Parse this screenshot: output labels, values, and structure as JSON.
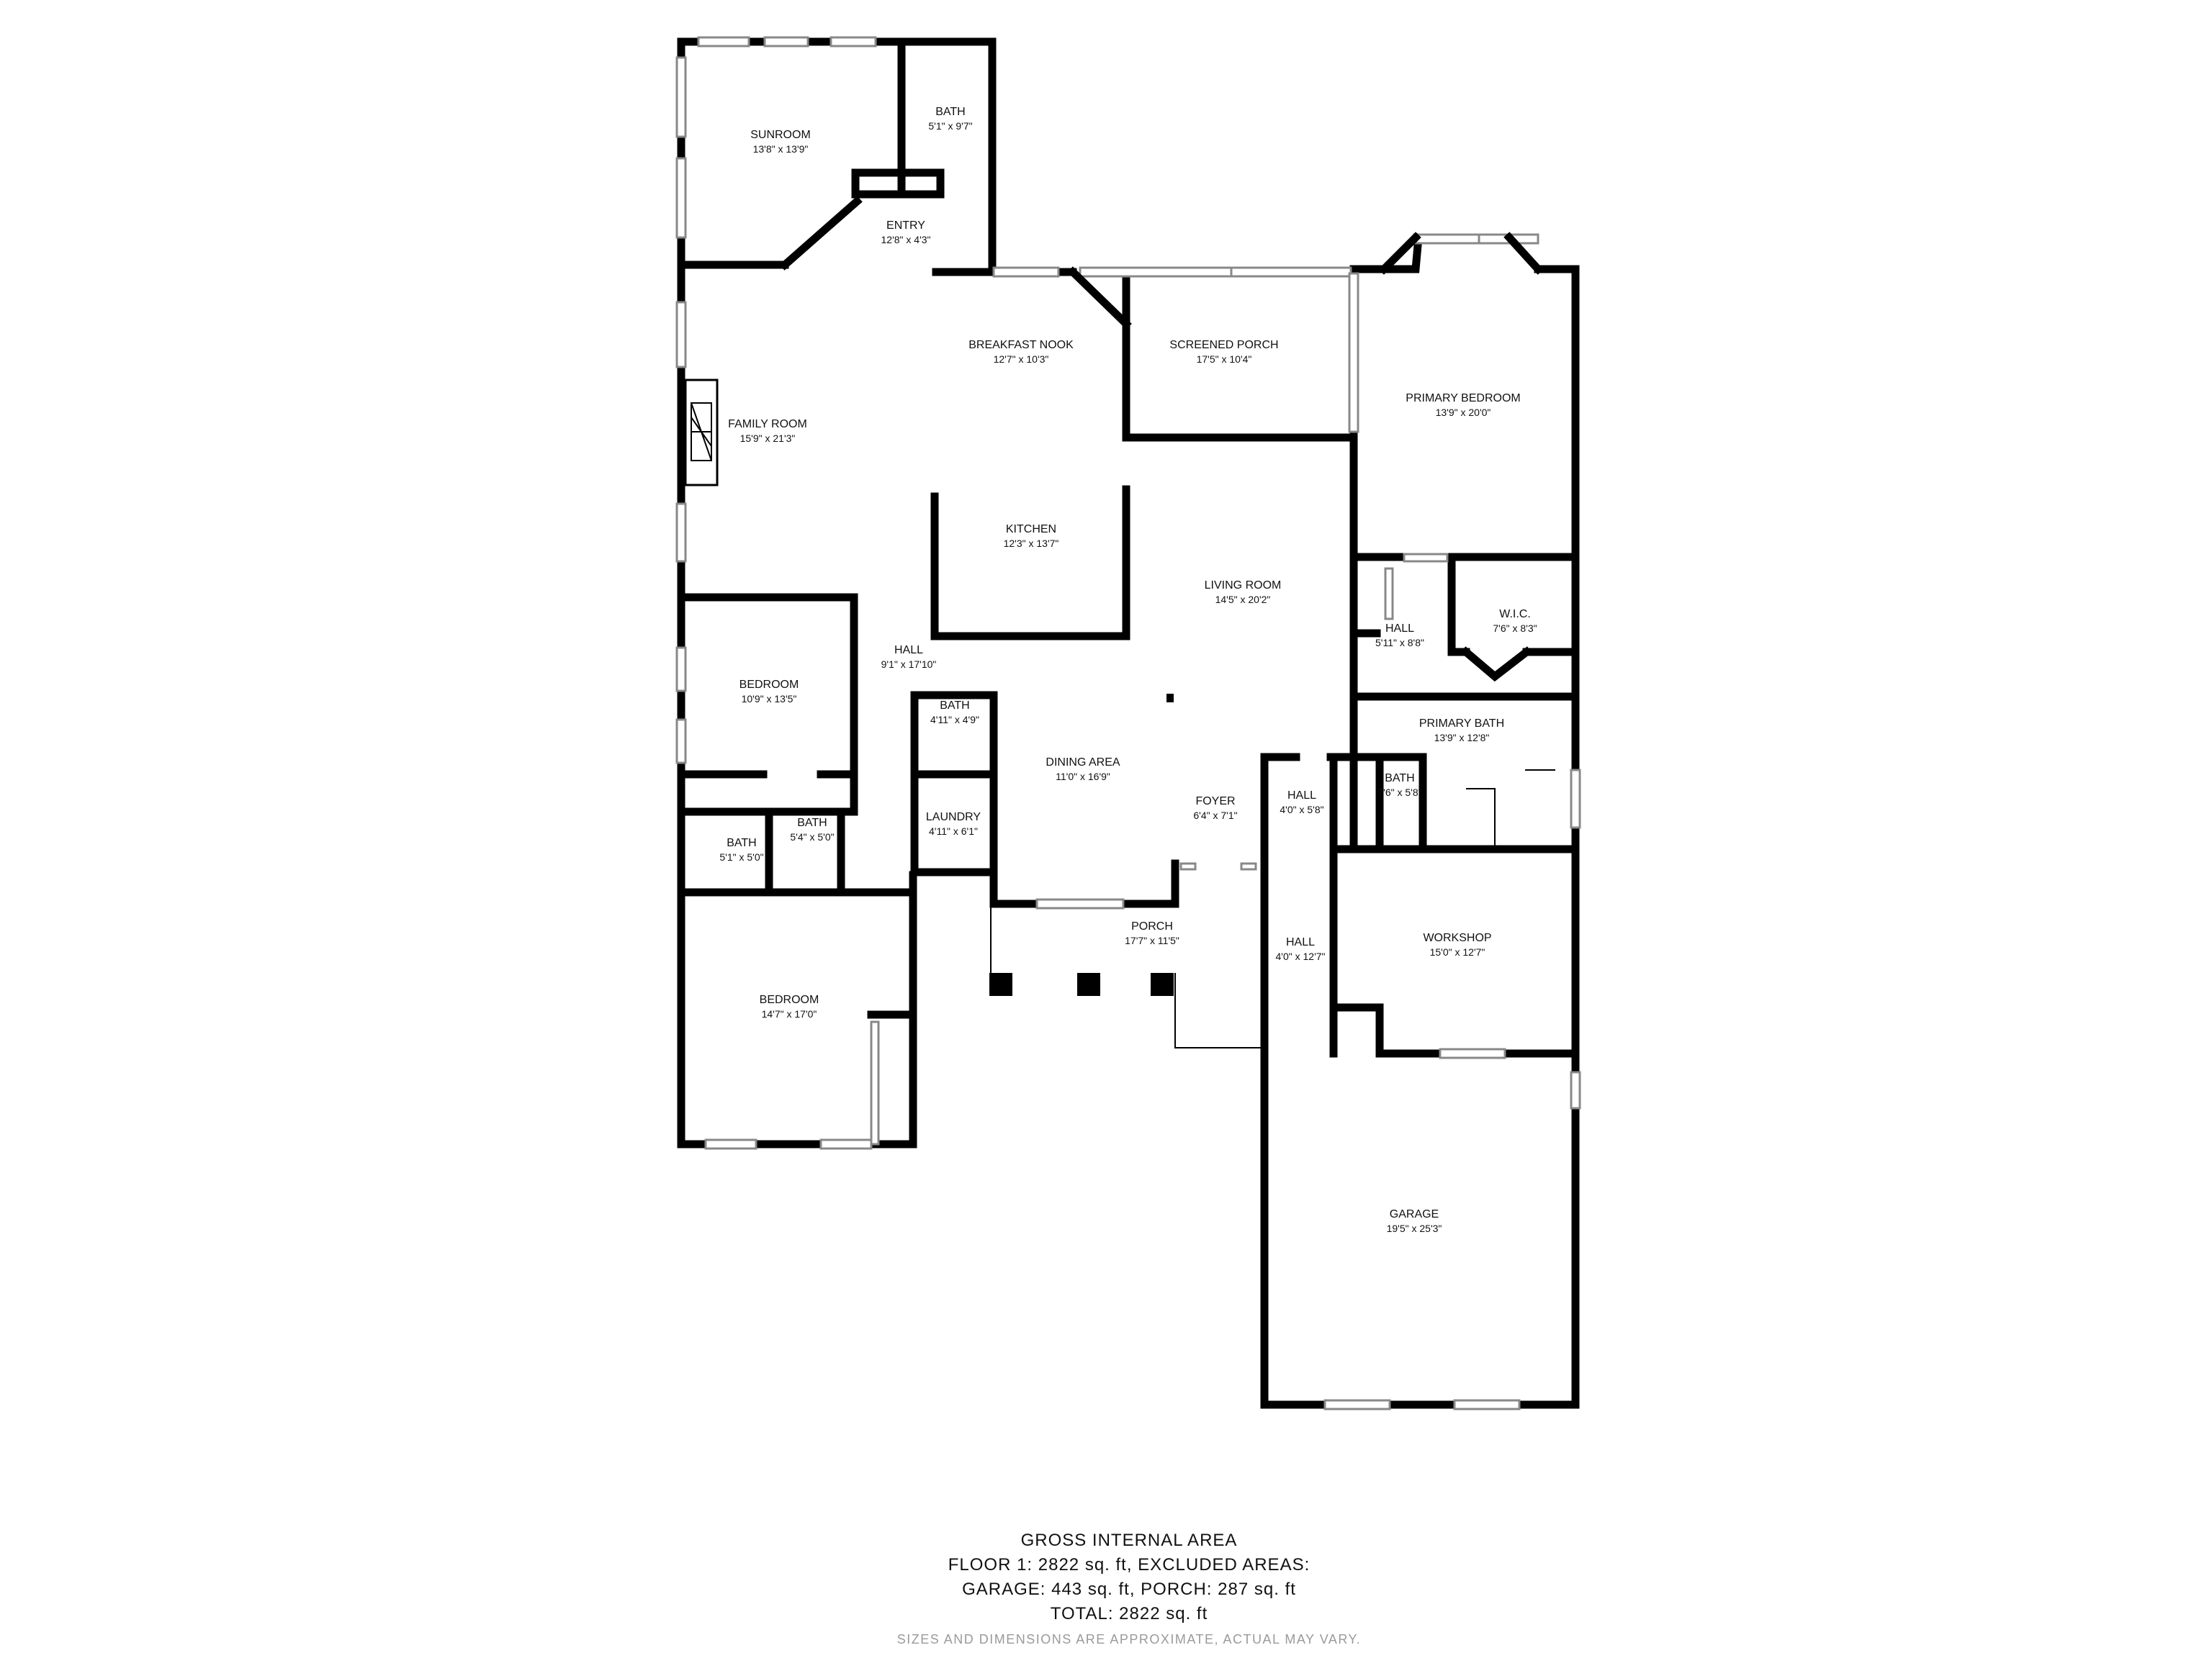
{
  "rooms": [
    {
      "name": "SUNROOM",
      "dim": "13'8\" x 13'9\""
    },
    {
      "name": "BATH",
      "dim": "5'1\" x 9'7\""
    },
    {
      "name": "ENTRY",
      "dim": "12'8\" x 4'3\""
    },
    {
      "name": "BREAKFAST NOOK",
      "dim": "12'7\" x 10'3\""
    },
    {
      "name": "SCREENED PORCH",
      "dim": "17'5\" x 10'4\""
    },
    {
      "name": "PRIMARY BEDROOM",
      "dim": "13'9\" x 20'0\""
    },
    {
      "name": "FAMILY ROOM",
      "dim": "15'9\" x 21'3\""
    },
    {
      "name": "KITCHEN",
      "dim": "12'3\" x 13'7\""
    },
    {
      "name": "LIVING ROOM",
      "dim": "14'5\" x 20'2\""
    },
    {
      "name": "HALL",
      "dim": "5'11\" x 8'8\""
    },
    {
      "name": "W.I.C.",
      "dim": "7'6\" x 8'3\""
    },
    {
      "name": "HALL",
      "dim": "9'1\" x 17'10\""
    },
    {
      "name": "BEDROOM",
      "dim": "10'9\" x 13'5\""
    },
    {
      "name": "BATH",
      "dim": "4'11\" x 4'9\""
    },
    {
      "name": "PRIMARY BATH",
      "dim": "13'9\" x 12'8\""
    },
    {
      "name": "DINING AREA",
      "dim": "11'0\" x 16'9\""
    },
    {
      "name": "FOYER",
      "dim": "6'4\" x 7'1\""
    },
    {
      "name": "HALL",
      "dim": "4'0\" x 5'8\""
    },
    {
      "name": "BATH",
      "dim": "7'6\" x 5'8\""
    },
    {
      "name": "LAUNDRY",
      "dim": "4'11\" x 6'1\""
    },
    {
      "name": "BATH",
      "dim": "5'4\" x 5'0\""
    },
    {
      "name": "BATH",
      "dim": "5'1\" x 5'0\""
    },
    {
      "name": "PORCH",
      "dim": "17'7\" x 11'5\""
    },
    {
      "name": "HALL",
      "dim": "4'0\" x 12'7\""
    },
    {
      "name": "WORKSHOP",
      "dim": "15'0\" x 12'7\""
    },
    {
      "name": "BEDROOM",
      "dim": "14'7\" x 17'0\""
    },
    {
      "name": "GARAGE",
      "dim": "19'5\" x 25'3\""
    }
  ],
  "summary": {
    "heading": "GROSS INTERNAL AREA",
    "line1": "FLOOR 1: 2822 sq. ft, EXCLUDED AREAS:",
    "line2": "GARAGE: 443 sq. ft, PORCH: 287 sq. ft",
    "line3": "TOTAL: 2822 sq. ft",
    "disclaimer": "SIZES AND DIMENSIONS ARE APPROXIMATE, ACTUAL MAY VARY."
  }
}
